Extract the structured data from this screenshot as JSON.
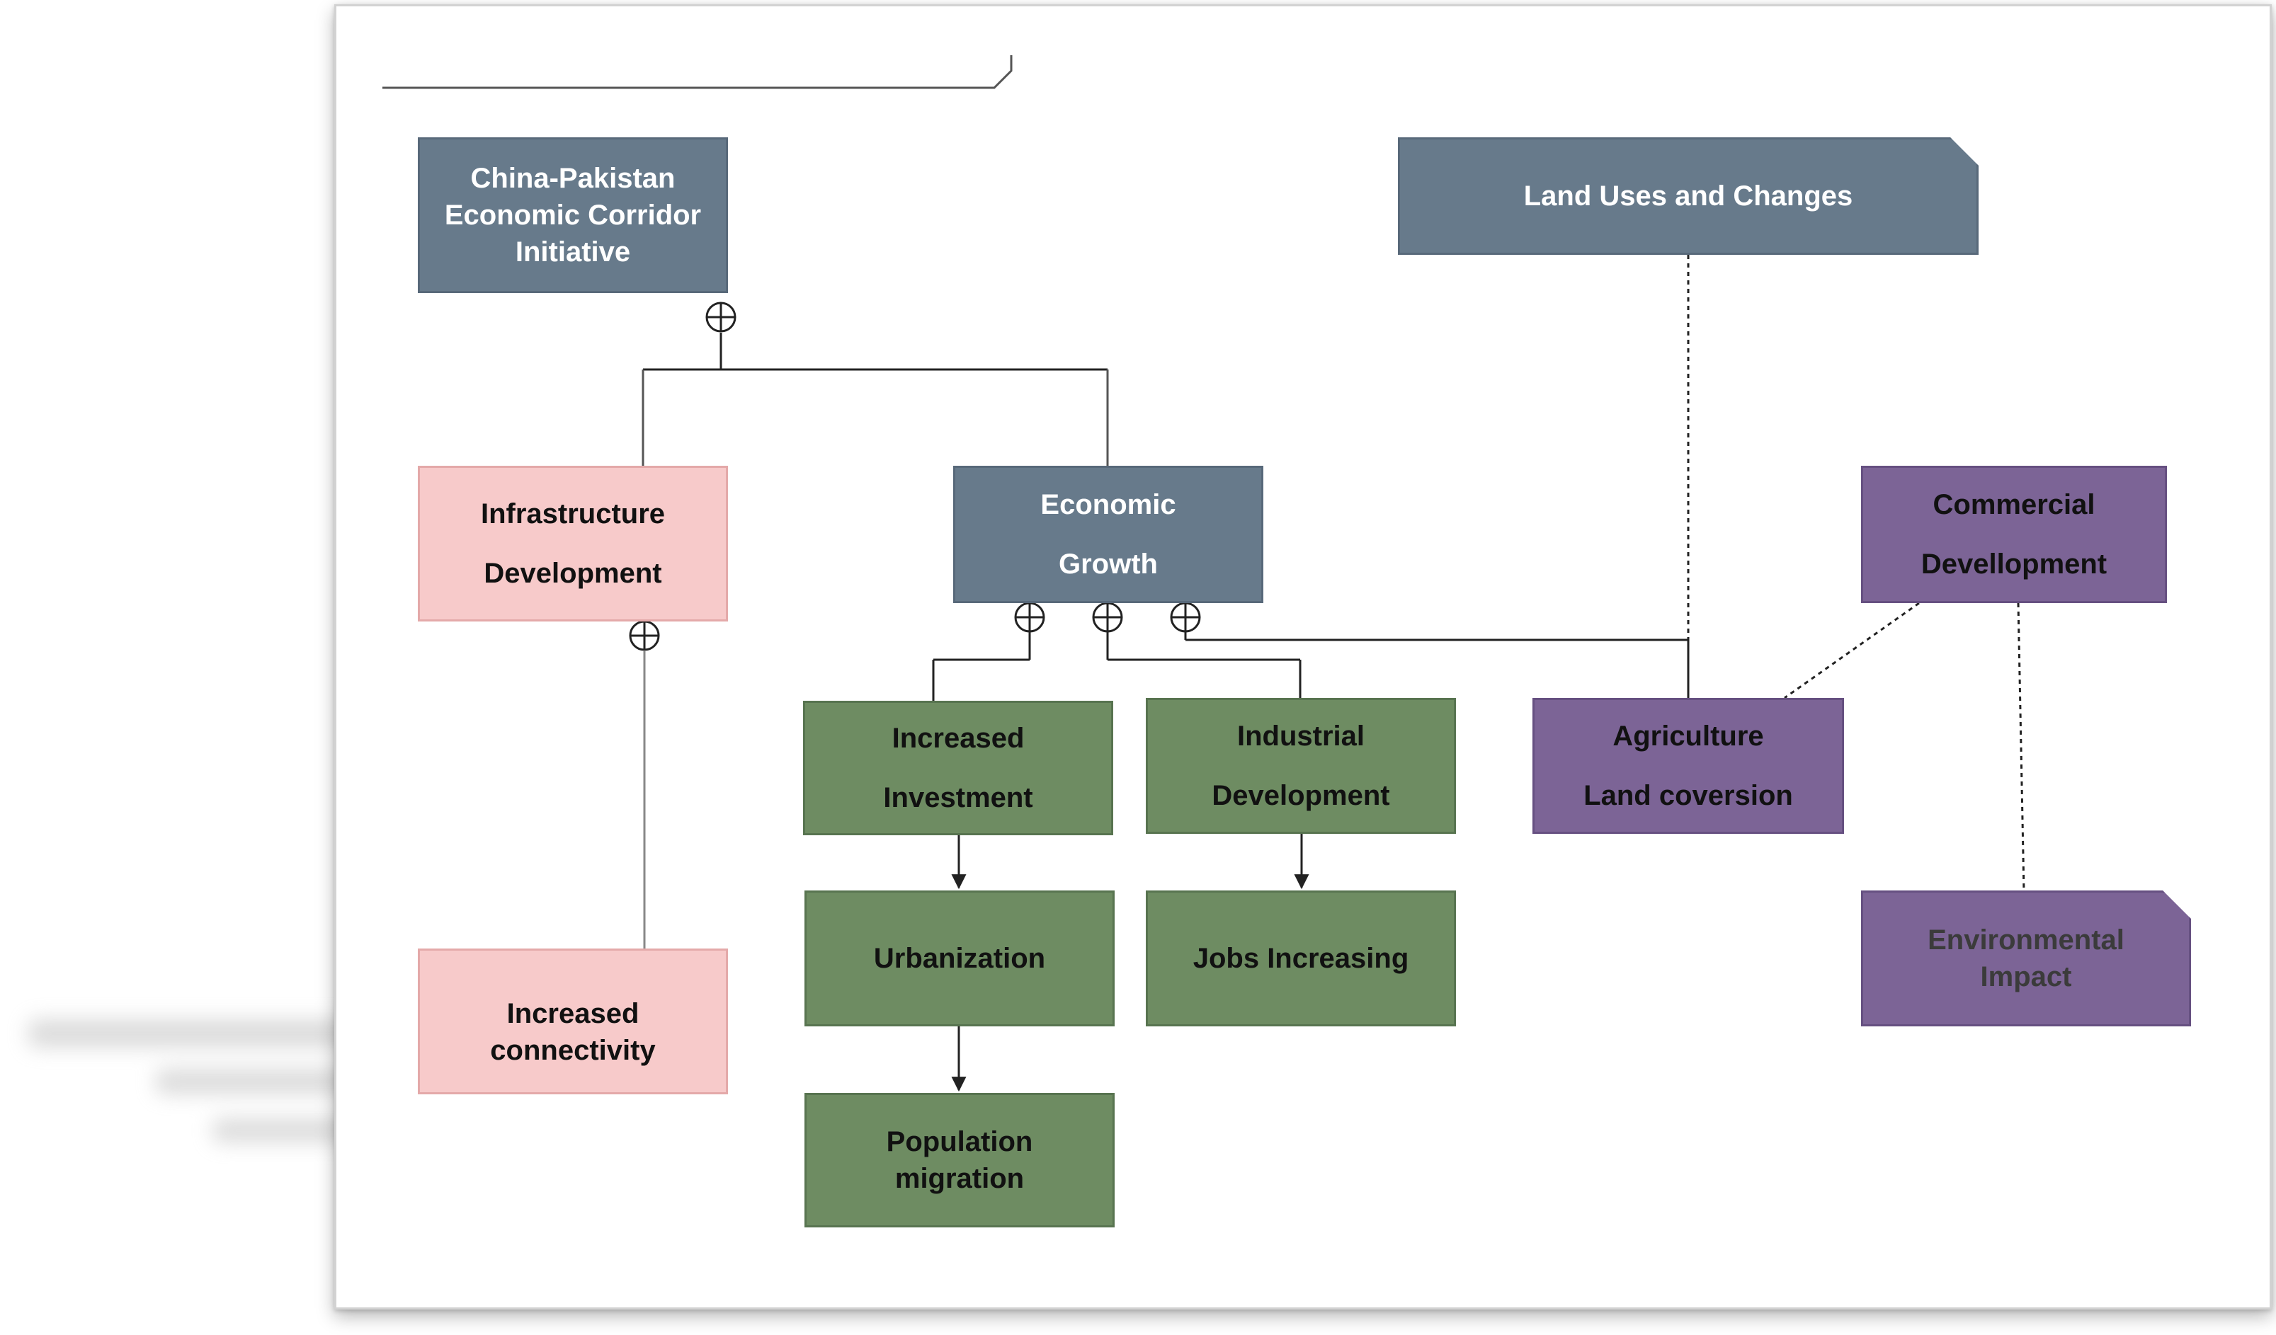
{
  "diagram": {
    "nodes": {
      "cpec": "China-Pakistan\nEconomic Corridor\nInitiative",
      "land_uses": "Land Uses and Changes",
      "infrastructure": "Infrastructure\nDevelopment",
      "economic_growth": "Economic\nGrowth",
      "commercial": "Commercial\nDevellopment",
      "increased_investment": "Increased\nInvestment",
      "industrial": "Industrial\nDevelopment",
      "agriculture": "Agriculture\nLand coversion",
      "urbanization": "Urbanization",
      "jobs": "Jobs Increasing",
      "environmental": "Environmental\nImpact",
      "connectivity": "Increased\nconnectivity",
      "population": "Population\nmigration"
    },
    "colors": {
      "slate": "#677a8b",
      "pink": "#f7caca",
      "green": "#6e8c62",
      "purple": "#7c6496",
      "line": "#222222"
    }
  }
}
